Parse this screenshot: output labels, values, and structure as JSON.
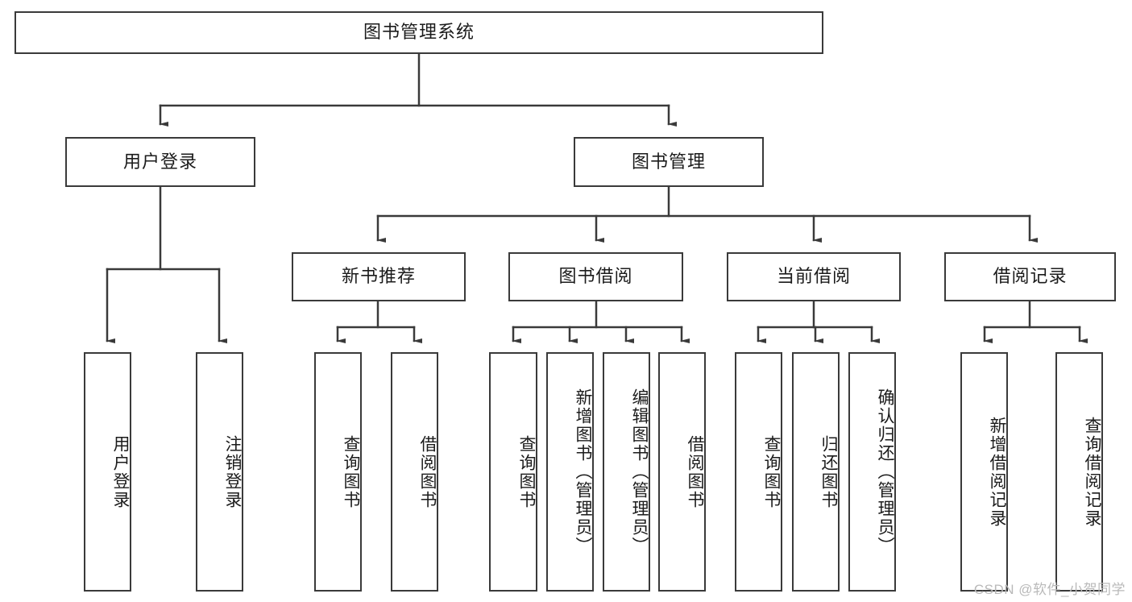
{
  "diagram": {
    "title": "图书管理系统",
    "type": "tree",
    "watermark": "CSDN @软件_小贺同学",
    "nodes": {
      "root": {
        "label": "图书管理系统",
        "orientation": "horizontal"
      },
      "l2": [
        {
          "id": "user-login",
          "label": "用户登录",
          "orientation": "horizontal"
        },
        {
          "id": "book-manage",
          "label": "图书管理",
          "orientation": "horizontal"
        }
      ],
      "l3": [
        {
          "id": "new-book-recommend",
          "label": "新书推荐",
          "orientation": "horizontal"
        },
        {
          "id": "book-borrow",
          "label": "图书借阅",
          "orientation": "horizontal"
        },
        {
          "id": "current-borrow",
          "label": "当前借阅",
          "orientation": "horizontal"
        },
        {
          "id": "borrow-record",
          "label": "借阅记录",
          "orientation": "horizontal"
        }
      ],
      "leaves": [
        {
          "id": "leaf-user-login",
          "label": "用户登录",
          "orientation": "vertical"
        },
        {
          "id": "leaf-logout-login",
          "label": "注销登录",
          "orientation": "vertical"
        },
        {
          "id": "leaf-query-book-1",
          "label": "查询图书",
          "orientation": "vertical"
        },
        {
          "id": "leaf-borrow-book-1",
          "label": "借阅图书",
          "orientation": "vertical"
        },
        {
          "id": "leaf-query-book-2",
          "label": "查询图书",
          "orientation": "vertical"
        },
        {
          "id": "leaf-add-book",
          "label": "新增图书（管理员）",
          "orientation": "vertical"
        },
        {
          "id": "leaf-edit-book",
          "label": "编辑图书（管理员）",
          "orientation": "vertical"
        },
        {
          "id": "leaf-borrow-book-2",
          "label": "借阅图书",
          "orientation": "vertical"
        },
        {
          "id": "leaf-query-book-3",
          "label": "查询图书",
          "orientation": "vertical"
        },
        {
          "id": "leaf-return-book",
          "label": "归还图书",
          "orientation": "vertical"
        },
        {
          "id": "leaf-confirm-return",
          "label": "确认归还（管理员）",
          "orientation": "vertical"
        },
        {
          "id": "leaf-add-borrow-record",
          "label": "新增借阅记录",
          "orientation": "vertical"
        },
        {
          "id": "leaf-query-borrow-record",
          "label": "查询借阅记录",
          "orientation": "vertical"
        }
      ]
    },
    "colors": {
      "stroke": "#3a3a3a",
      "fill": "#ffffff",
      "text": "#1b1b1b",
      "watermark": "#b9b9b9"
    }
  }
}
